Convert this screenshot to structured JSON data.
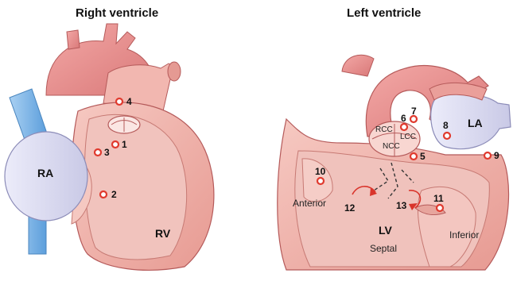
{
  "titles": {
    "right": "Right ventricle",
    "left": "Left ventricle"
  },
  "chambers": {
    "ra": "RA",
    "rv": "RV",
    "la": "LA",
    "lv": "LV"
  },
  "cusps": {
    "rcc": "RCC",
    "lcc": "LCC",
    "ncc": "NCC"
  },
  "walls": {
    "anterior": "Anterior",
    "septal": "Septal",
    "inferior": "Inferior"
  },
  "sites": [
    "1",
    "2",
    "3",
    "4",
    "5",
    "6",
    "7",
    "8",
    "9",
    "10",
    "11",
    "12",
    "13"
  ],
  "colors": {
    "vessel": "#e58c8c",
    "myocardium": "#f0b4ae",
    "inner_wall": "#eec2bd",
    "atrium": "#dcdcf2",
    "vena_cava": "#80b6e6",
    "marker": "#e03a2e",
    "arrow": "#d9342b"
  }
}
